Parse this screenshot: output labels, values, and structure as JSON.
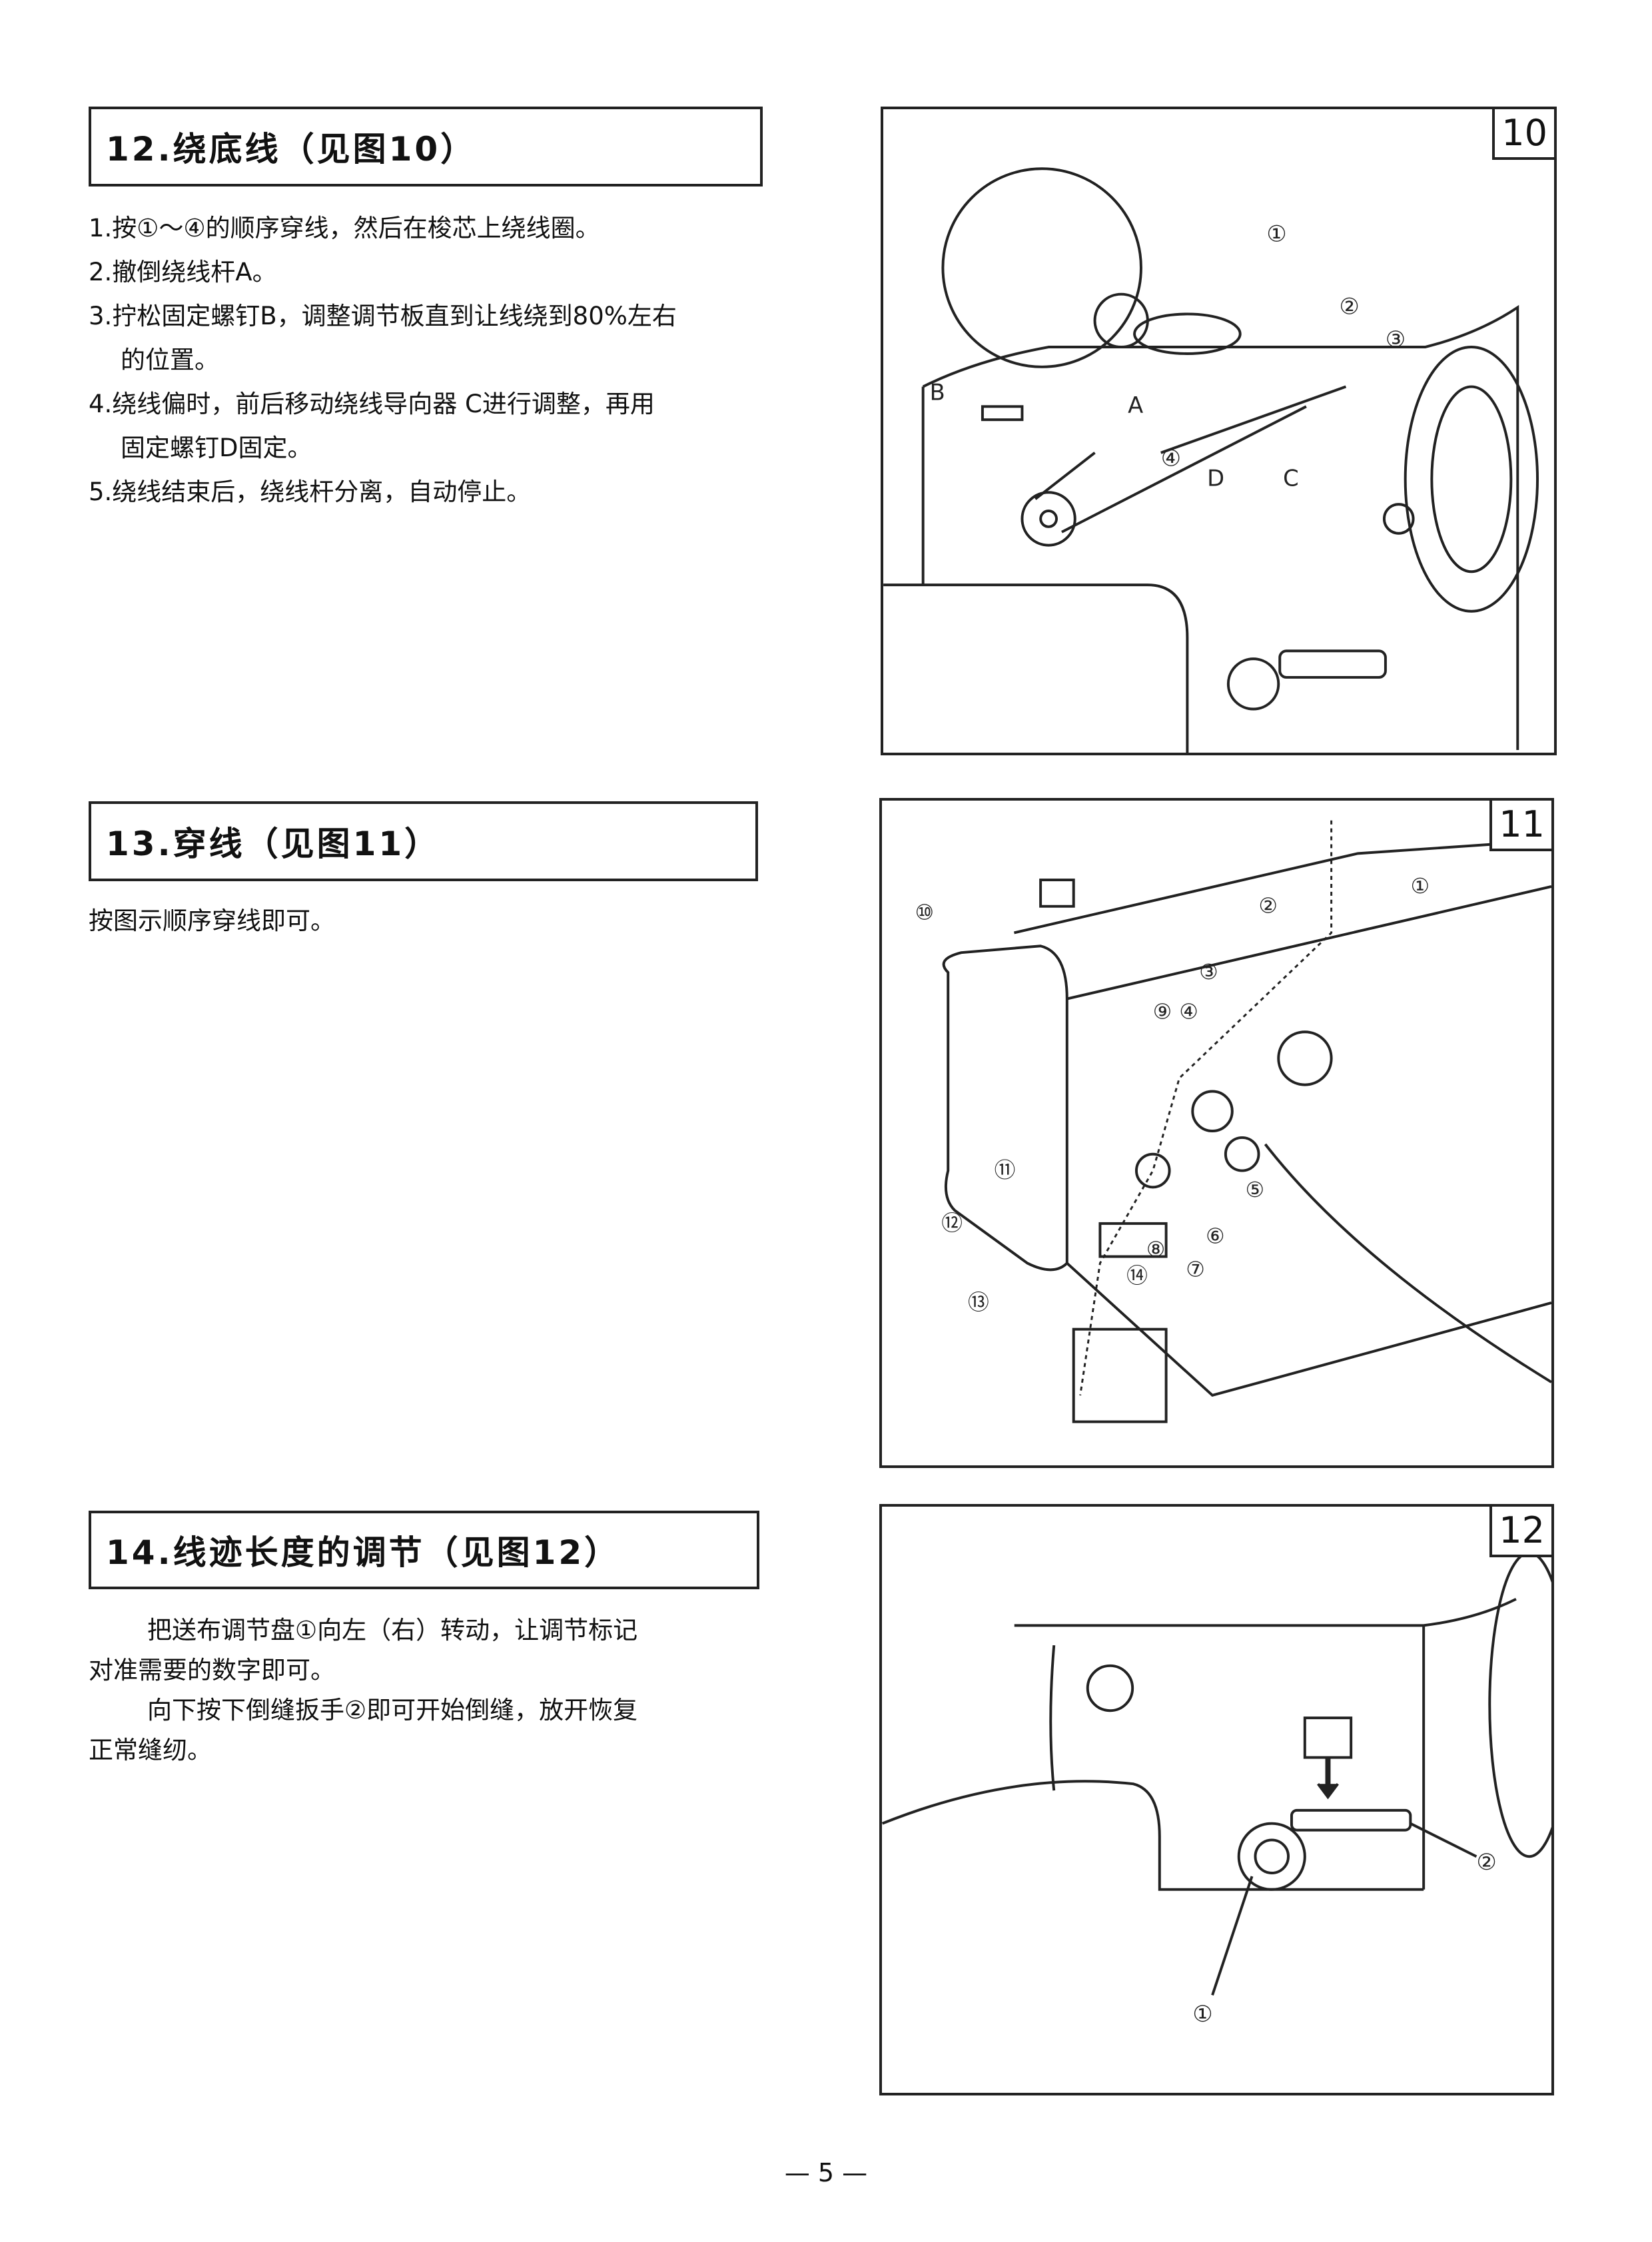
{
  "sections": [
    {
      "title": "12.绕底线（见图10）",
      "paragraphs": [
        "1.按①～④的顺序穿线，然后在梭芯上绕线圈。",
        "2.撤倒绕线杆A。",
        "3.拧松固定螺钉B，调整调节板直到让线绕到80%左右",
        "的位置。",
        "4.绕线偏时，前后移动绕线导向器 C进行调整，再用",
        "固定螺钉D固定。",
        "5.绕线结束后，绕线杆分离，自动停止。"
      ]
    },
    {
      "title": "13.穿线（见图11）",
      "paragraphs": [
        "按图示顺序穿线即可。"
      ]
    },
    {
      "title": "14.线迹长度的调节（见图12）",
      "paragraphs": [
        "把送布调节盘①向左（右）转动，让调节标记",
        "对准需要的数字即可。",
        "向下按下倒缝扳手②即可开始倒缝，放开恢复",
        "正常缝纫。"
      ]
    }
  ],
  "figures": [
    {
      "number": "10",
      "labels": {
        "c1": "①",
        "c2": "②",
        "c3": "③",
        "c4": "④",
        "A": "A",
        "B": "B",
        "C": "C",
        "D": "D"
      }
    },
    {
      "number": "11",
      "labels": [
        "①",
        "②",
        "③",
        "④",
        "⑤",
        "⑥",
        "⑦",
        "⑧",
        "⑨",
        "⑩",
        "⑪",
        "⑫",
        "⑬",
        "⑭"
      ]
    },
    {
      "number": "12",
      "labels": {
        "c1": "①",
        "c2": "②"
      }
    }
  ],
  "page_number": "5"
}
